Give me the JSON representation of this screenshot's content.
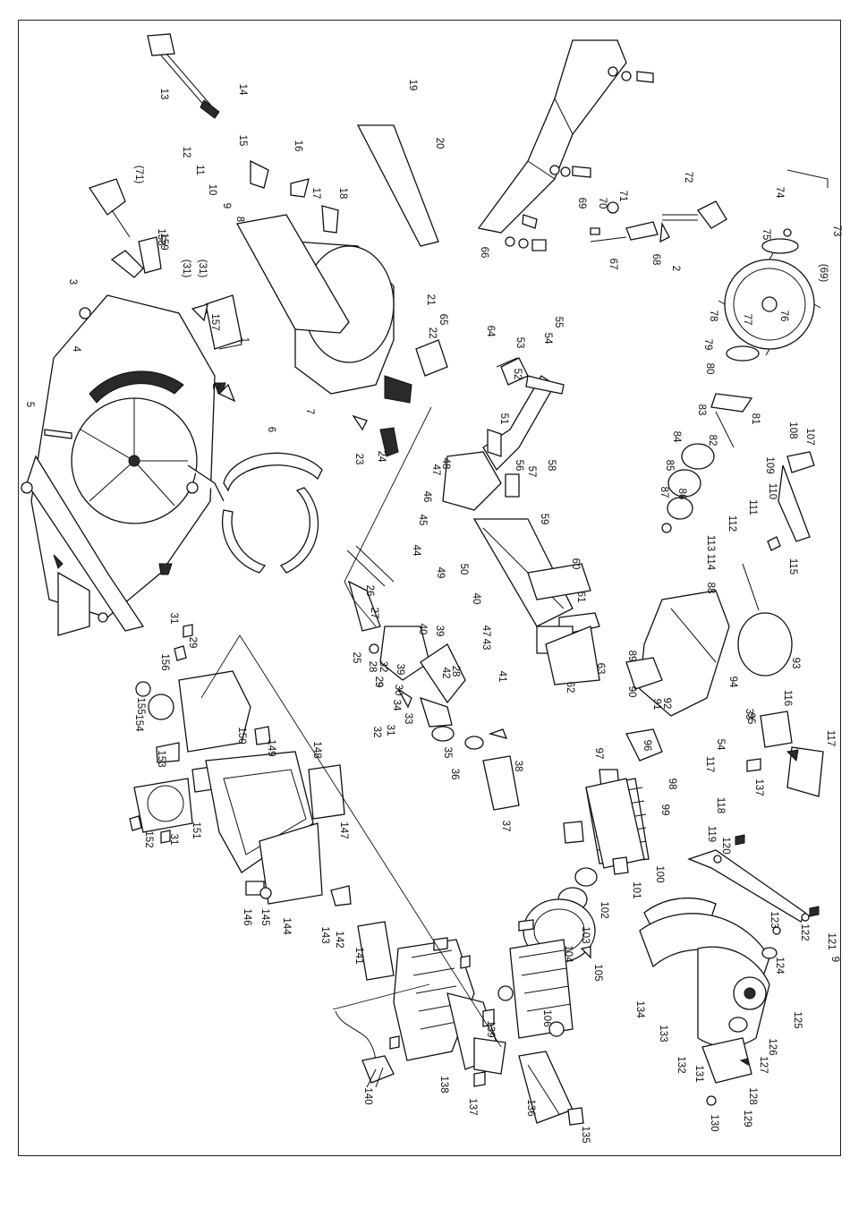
{
  "callouts": [
    "1",
    "2",
    "2",
    "3",
    "4",
    "5",
    "6",
    "7",
    "8",
    "9",
    "10",
    "11",
    "12",
    "13",
    "14",
    "15",
    "16",
    "17",
    "18",
    "19",
    "20",
    "21",
    "22",
    "23",
    "24",
    "25",
    "26",
    "27",
    "28",
    "29",
    "30",
    "31",
    "32",
    "33",
    "34",
    "35",
    "36",
    "37",
    "38",
    "39",
    "40",
    "41",
    "42",
    "43",
    "44",
    "45",
    "46",
    "47",
    "48",
    "49",
    "50",
    "51",
    "52",
    "53",
    "54",
    "55",
    "56",
    "57",
    "58",
    "59",
    "60",
    "61",
    "62",
    "63",
    "64",
    "65",
    "66",
    "67",
    "68",
    "69",
    "70",
    "71",
    "72",
    "73",
    "74",
    "75",
    "76",
    "77",
    "78",
    "79",
    "80",
    "81",
    "82",
    "83",
    "84",
    "85",
    "86",
    "87",
    "88",
    "89",
    "90",
    "91",
    "92",
    "93",
    "94",
    "95",
    "96",
    "97",
    "98",
    "99",
    "100",
    "101",
    "102",
    "103",
    "104",
    "105",
    "106",
    "107",
    "108",
    "109",
    "110",
    "111",
    "112",
    "113",
    "114",
    "115",
    "116",
    "117",
    "118",
    "119",
    "120",
    "121",
    "122",
    "123",
    "124",
    "125",
    "126",
    "127",
    "128",
    "129",
    "130",
    "131",
    "132",
    "133",
    "134",
    "135",
    "136",
    "137",
    "138",
    "139",
    "140",
    "141",
    "142",
    "143",
    "144",
    "145",
    "146",
    "147",
    "148",
    "149",
    "150",
    "151",
    "152",
    "153",
    "154",
    "155",
    "156",
    "157",
    "158",
    "159",
    "(71)",
    "(69)",
    "(31)",
    "(31)",
    "33",
    "54",
    "31",
    "29",
    "32",
    "9",
    "39",
    "40",
    "47",
    "28",
    "117",
    "137",
    "9",
    "31"
  ]
}
